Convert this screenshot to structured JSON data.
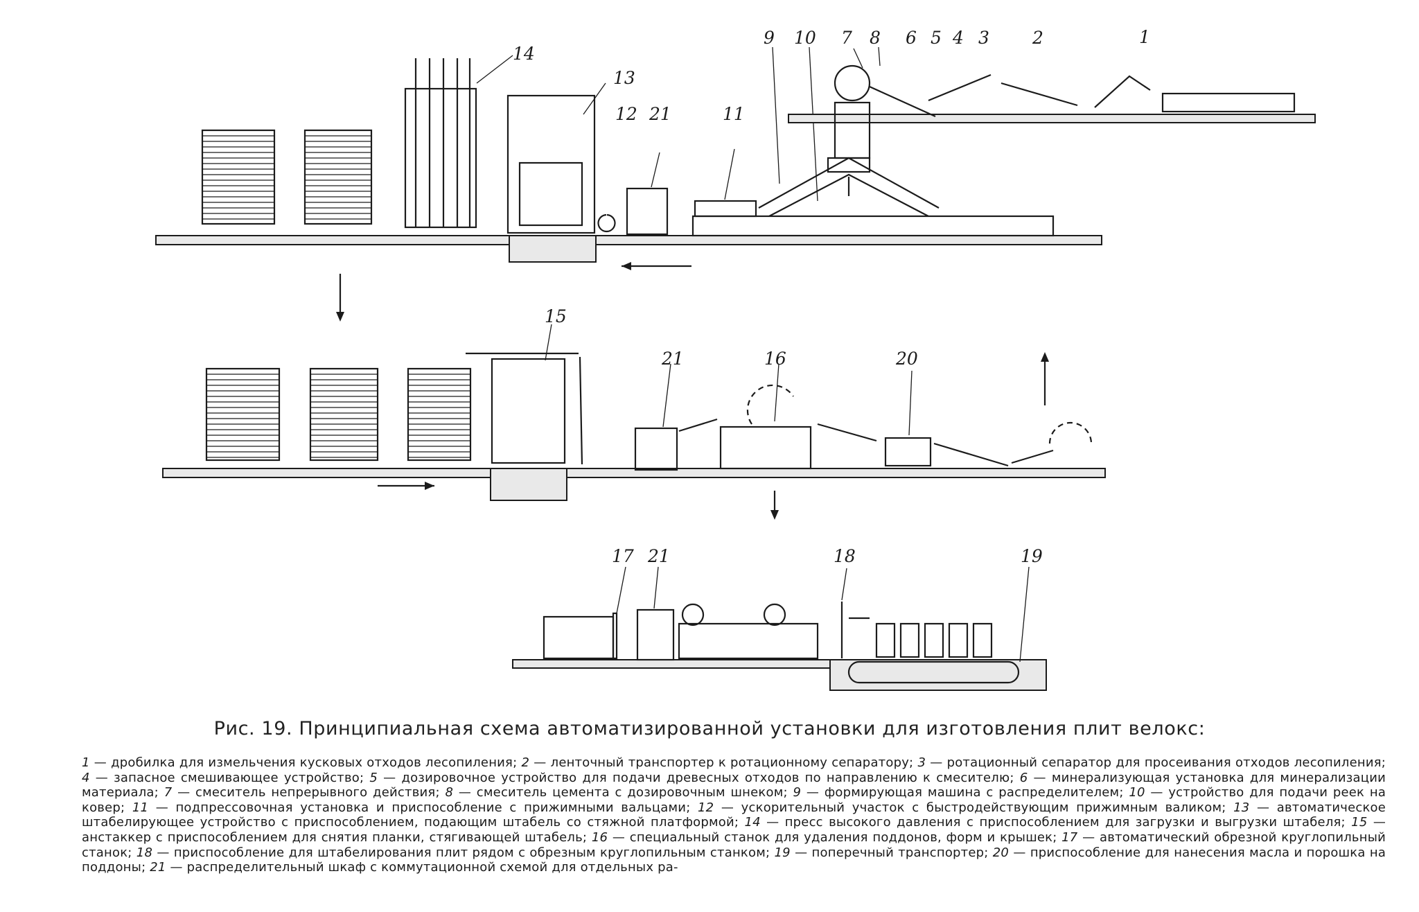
{
  "figure": {
    "caption": "Рис. 19. Принципиальная схема автоматизированной установки для изготовления плит велокс:",
    "labels": [
      "1",
      "2",
      "3",
      "4",
      "5",
      "6",
      "7",
      "8",
      "9",
      "10",
      "11",
      "12",
      "13",
      "14",
      "15",
      "16",
      "17",
      "18",
      "19",
      "20",
      "21"
    ],
    "legend": [
      {
        "n": "1",
        "text": "дробилка для измельчения кусковых отходов лесопиления;"
      },
      {
        "n": "2",
        "text": "ленточный транспортер к ротационному сепаратору;"
      },
      {
        "n": "3",
        "text": "ротационный сепаратор для просеивания отходов лесопиления;"
      },
      {
        "n": "4",
        "text": "запасное смешивающее устройство;"
      },
      {
        "n": "5",
        "text": "дозировочное устройство для подачи древесных отходов по направлению к смесителю;"
      },
      {
        "n": "6",
        "text": "минерализующая установка для минерализации материала;"
      },
      {
        "n": "7",
        "text": "смеситель непрерывного действия;"
      },
      {
        "n": "8",
        "text": "смеситель цемента с дозировочным шнеком;"
      },
      {
        "n": "9",
        "text": "формирующая машина с распределителем;"
      },
      {
        "n": "10",
        "text": "устройство для подачи реек на ковер;"
      },
      {
        "n": "11",
        "text": "подпрессовочная установка и приспособление с прижимными вальцами;"
      },
      {
        "n": "12",
        "text": "ускорительный участок с быстродействующим прижимным валиком;"
      },
      {
        "n": "13",
        "text": "автоматическое штабелирующее устройство с приспособлением, подающим штабель со стяжной платформой;"
      },
      {
        "n": "14",
        "text": "пресс высокого давления с приспособлением для загрузки и выгрузки штабеля;"
      },
      {
        "n": "15",
        "text": "анстаккер с приспособлением для снятия планки, стягивающей штабель;"
      },
      {
        "n": "16",
        "text": "специальный станок для удаления поддонов, форм и крышек;"
      },
      {
        "n": "17",
        "text": "автоматический обрезной круглопильный станок;"
      },
      {
        "n": "18",
        "text": "приспособление для штабелирования плит рядом с обрезным круглопильным станком;"
      },
      {
        "n": "19",
        "text": "поперечный транспортер;"
      },
      {
        "n": "20",
        "text": "приспособление для нанесения масла и порошка на поддоны;"
      },
      {
        "n": "21",
        "text": "распределительный шкаф с коммутационной схемой для отдельных ра-"
      }
    ]
  }
}
